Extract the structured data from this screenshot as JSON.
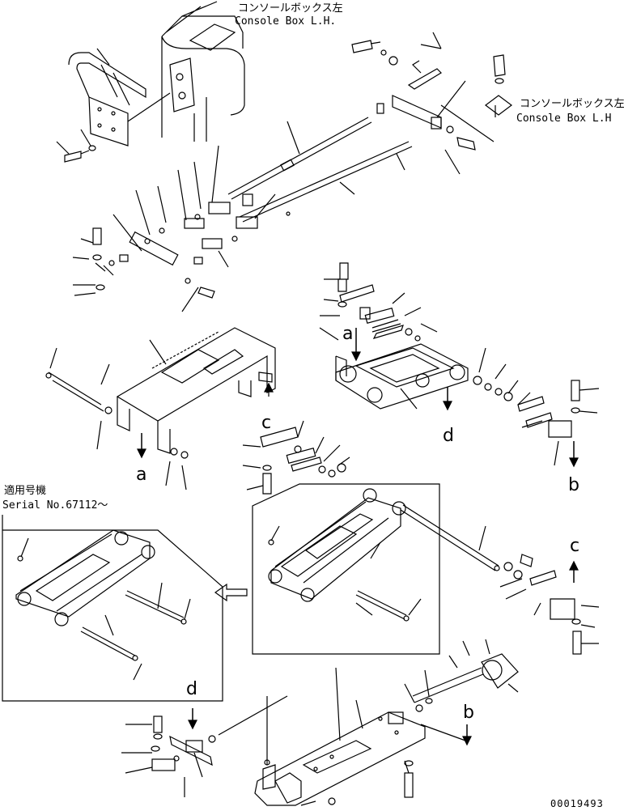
{
  "labels": {
    "console_top_jp": "コンソールボックス左",
    "console_top_en": "Console Box L.H.",
    "console_right_jp": "コンソールボックス左",
    "console_right_en": "Console Box L.H",
    "serial_jp": "適用号機",
    "serial_en": "Serial No.67112～",
    "drawing_number": "00019493"
  },
  "reference_letters": {
    "a_upper": "a",
    "a_lower": "a",
    "b_right": "b",
    "b_lower": "b",
    "c_upper": "c",
    "c_right": "c",
    "d_upper": "d",
    "d_lower": "d"
  },
  "colors": {
    "line": "#000000",
    "background": "#ffffff"
  }
}
